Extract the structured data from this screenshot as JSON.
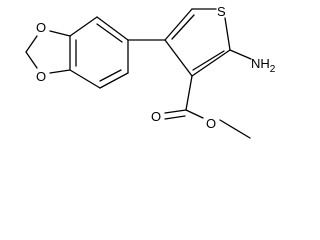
{
  "molecule": {
    "atoms": {
      "oxygen_top": "O",
      "oxygen_bottom": "O",
      "sulfur": "S",
      "amine": "NH",
      "amine_subscript": "2",
      "carbonyl_oxygen": "O",
      "ester_oxygen": "O"
    }
  }
}
